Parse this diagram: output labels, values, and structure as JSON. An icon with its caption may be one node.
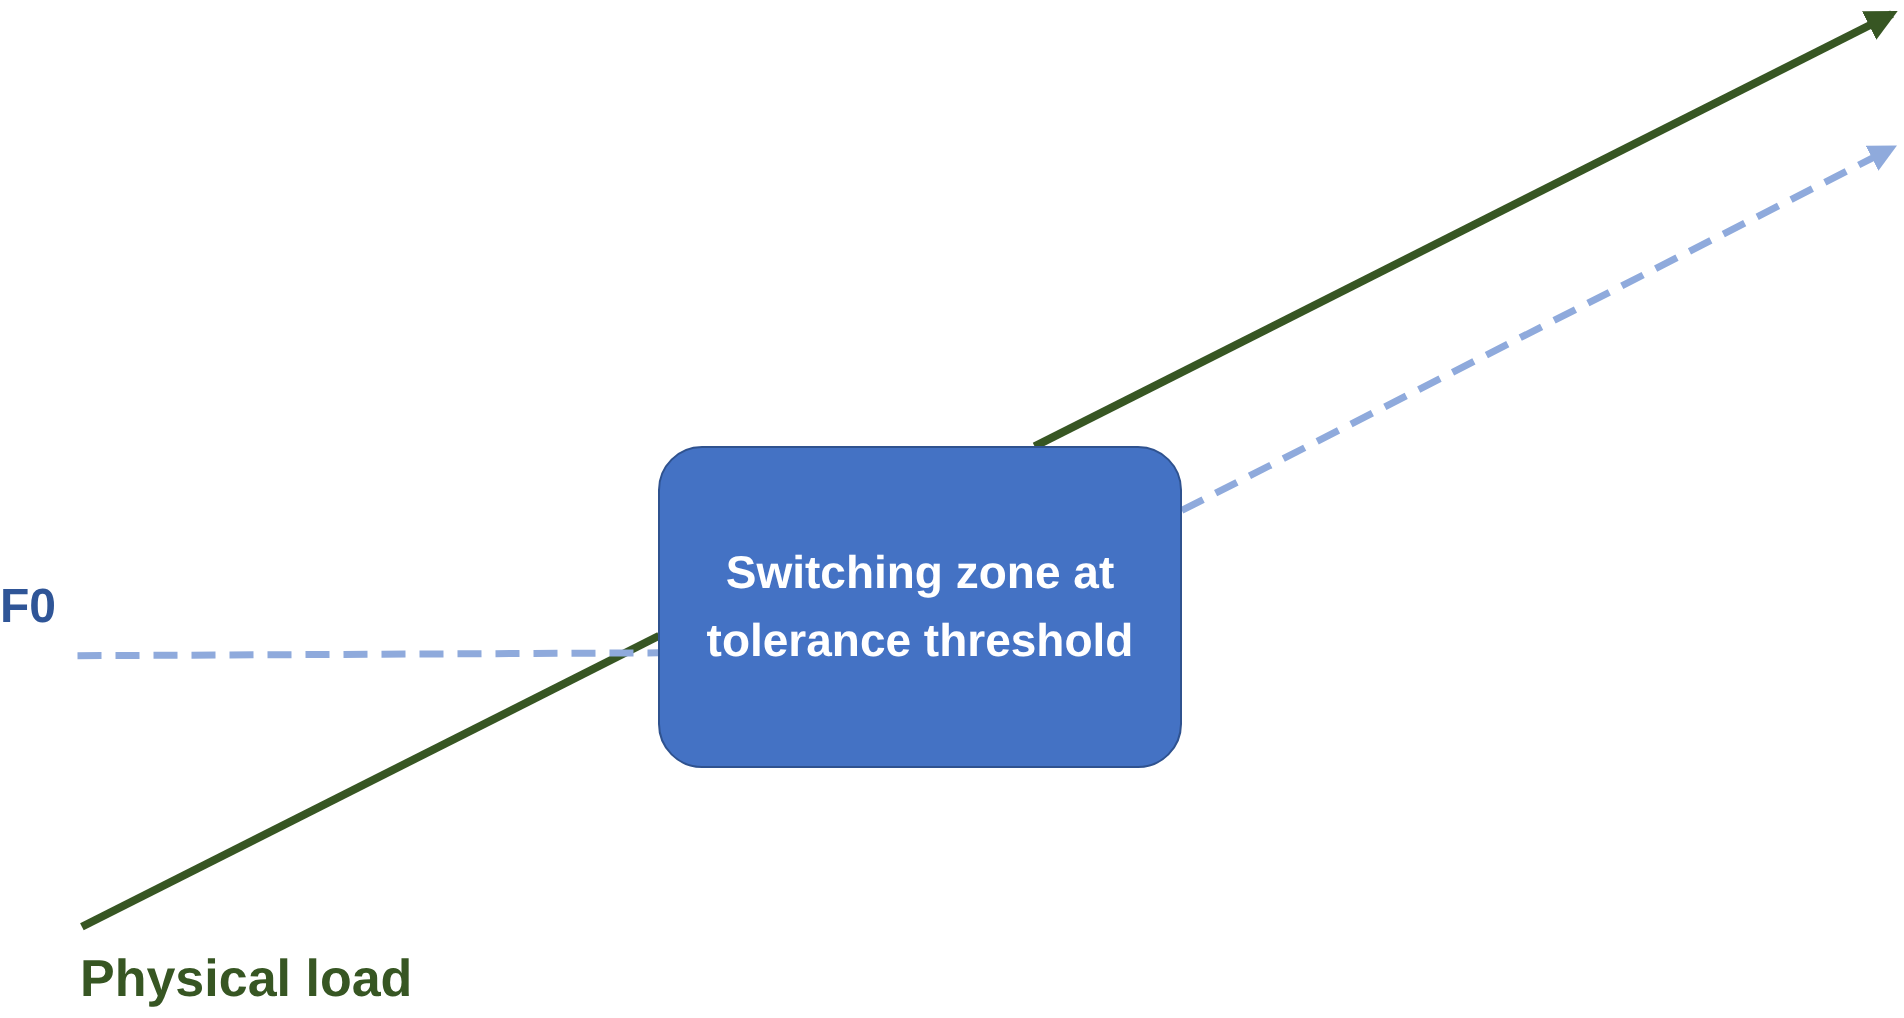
{
  "diagram": {
    "nodes": [
      {
        "text": [
          "F0"
        ]
      },
      {
        "text": [
          "Physical load"
        ]
      },
      {
        "text": [
          "Switching zone at tolerance threshold"
        ]
      }
    ],
    "edges": [
      {
        "from": 1,
        "to": 2,
        "arrow": "none",
        "color": "#375623"
      },
      {
        "from": 2,
        "to": null,
        "arrow": "to",
        "color": "#375623"
      },
      {
        "from": 0,
        "to": 2,
        "arrow": "none",
        "style": "dashed",
        "color": "#8faadc"
      },
      {
        "from": 2,
        "to": null,
        "arrow": "to",
        "style": "dashed",
        "color": "#8faadc"
      }
    ]
  }
}
